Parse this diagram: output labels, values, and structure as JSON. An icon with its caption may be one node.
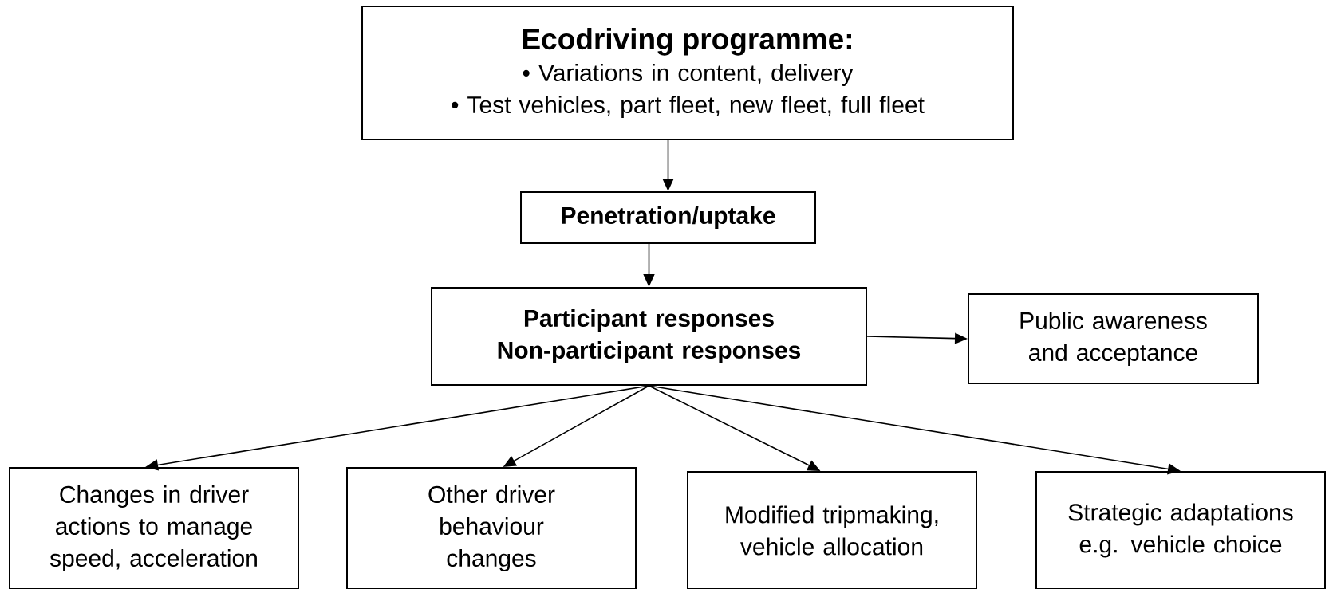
{
  "diagram": {
    "nodes": [
      {
        "text": [
          "Ecodriving programme:",
          "• Variations in content, delivery",
          "• Test vehicles, part fleet, new fleet, full fleet"
        ]
      },
      {
        "text": [
          "Penetration/uptake"
        ]
      },
      {
        "text": [
          "Participant responses",
          "Non-participant responses"
        ]
      },
      {
        "text": [
          "Public awareness and acceptance"
        ]
      },
      {
        "text": [
          "Changes in driver actions to manage speed, acceleration"
        ]
      },
      {
        "text": [
          "Other driver behaviour changes"
        ]
      },
      {
        "text": [
          "Modified tripmaking, vehicle allocation"
        ]
      },
      {
        "text": [
          "Strategic adaptations e.g. vehicle choice"
        ]
      }
    ],
    "edges": [
      {
        "from": 0,
        "to": 1,
        "arrow": "to"
      },
      {
        "from": 1,
        "to": 2,
        "arrow": "to"
      },
      {
        "from": 2,
        "to": 3,
        "arrow": "to"
      },
      {
        "from": 2,
        "to": 4,
        "arrow": "to"
      },
      {
        "from": 2,
        "to": 5,
        "arrow": "to"
      },
      {
        "from": 2,
        "to": 6,
        "arrow": "to"
      },
      {
        "from": 2,
        "to": 7,
        "arrow": "to"
      }
    ]
  }
}
